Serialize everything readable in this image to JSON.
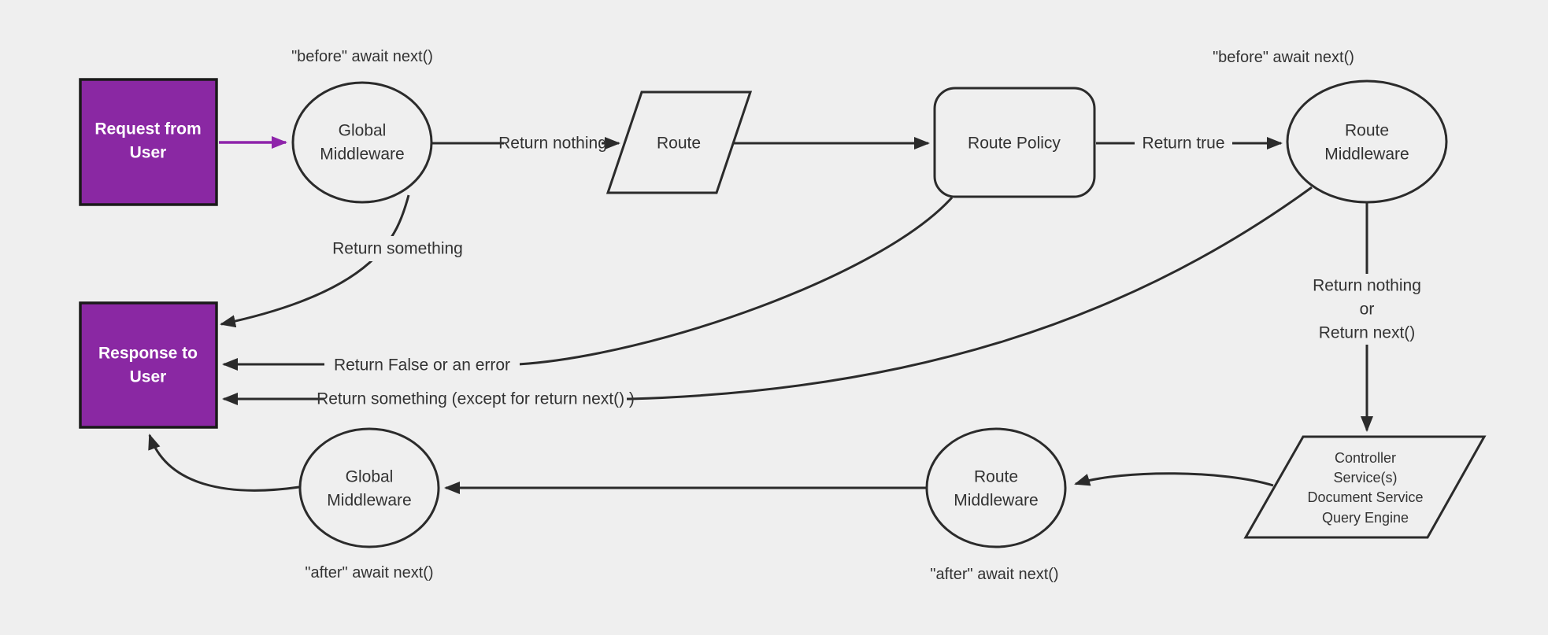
{
  "colors": {
    "background": "#efefef",
    "line": "#2b2b2b",
    "text": "#333333",
    "purple_fill": "#8a28a3",
    "purple_arrow": "#8e24aa",
    "purple_box_border": "#1a1a1a",
    "box_text": "#ffffff"
  },
  "nodes": {
    "request_user": {
      "line1": "Request from",
      "line2": "User"
    },
    "global_middleware_top": {
      "line1": "Global",
      "line2": "Middleware"
    },
    "route": {
      "label": "Route"
    },
    "route_policy": {
      "label": "Route Policy"
    },
    "route_middleware_top": {
      "line1": "Route",
      "line2": "Middleware"
    },
    "response_user": {
      "line1": "Response to",
      "line2": "User"
    },
    "controller_services": {
      "line1": "Controller",
      "line2": "Service(s)",
      "line3": "Document Service",
      "line4": "Query Engine"
    },
    "route_middleware_bottom": {
      "line1": "Route",
      "line2": "Middleware"
    },
    "global_middleware_bottom": {
      "line1": "Global",
      "line2": "Middleware"
    }
  },
  "edge_labels": {
    "return_nothing": "Return nothing",
    "return_true": "Return true",
    "return_something": "Return something",
    "return_false_or_error": "Return False or an error",
    "return_something_except": "Return something (except for return next() )",
    "return_nothing_or": {
      "line1": "Return nothing",
      "line2": "or",
      "line3": "Return next()"
    }
  },
  "annotations": {
    "before_await_next_left": "\"before\" await next()",
    "before_await_next_right": "\"before\" await next()",
    "after_await_next_left": "\"after\" await next()",
    "after_await_next_right": "\"after\" await next()"
  }
}
